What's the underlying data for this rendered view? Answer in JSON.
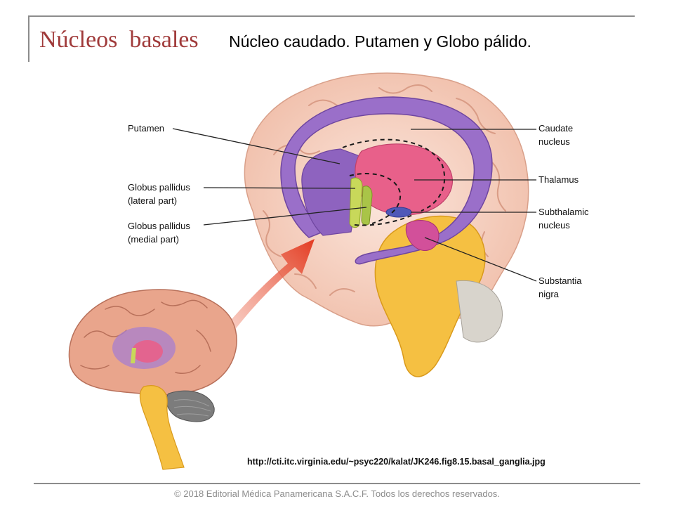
{
  "slide": {
    "title": "Núcleos  basales",
    "subtitle": "Núcleo caudado. Putamen y Globo pálido.",
    "source_url": "http://cti.itc.virginia.edu/~psyc220/kalat/JK246.fig8.15.basal_ganglia.jpg",
    "copyright": "© 2018 Editorial Médica Panamericana S.A.C.F. Todos los derechos reservados."
  },
  "diagram": {
    "labels_left": {
      "putamen": "Putamen",
      "gp_lateral_1": "Globus pallidus",
      "gp_lateral_2": "(lateral part)",
      "gp_medial_1": "Globus pallidus",
      "gp_medial_2": "(medial part)"
    },
    "labels_right": {
      "caudate_1": "Caudate",
      "caudate_2": "nucleus",
      "thalamus": "Thalamus",
      "subthalamic_1": "Subthalamic",
      "subthalamic_2": "nucleus",
      "substantia_1": "Substantia",
      "substantia_2": "nigra"
    }
  },
  "colors": {
    "title": "#a03a3a",
    "cortex": "#f2c7b4",
    "caudate": "#9a6fc9",
    "thalamus": "#e8608a",
    "globus_pallidus": "#c8d85a",
    "brainstem": "#f5c042",
    "substantia_nigra": "#d2509a",
    "arrow": "#e8452d"
  }
}
